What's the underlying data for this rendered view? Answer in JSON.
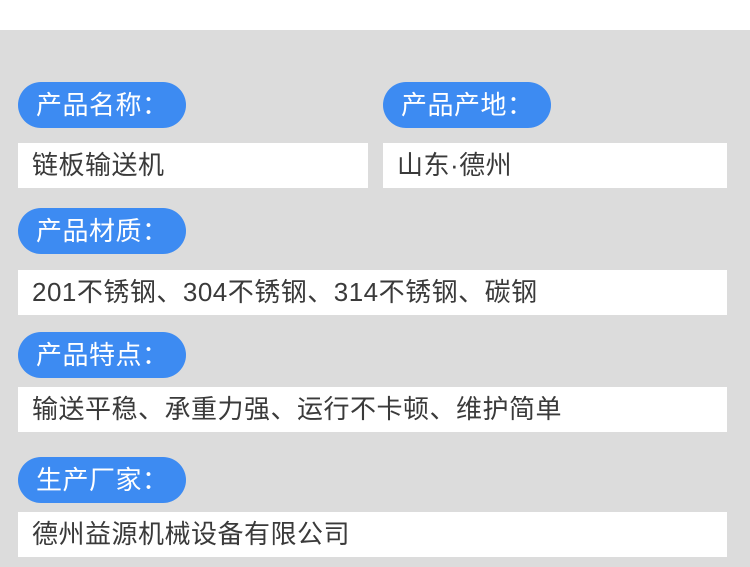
{
  "page": {
    "background_color": "#dcdcdc",
    "card_color": "#ffffff",
    "accent_color": "#3d8bf2",
    "value_text_color": "#3a3a3a"
  },
  "spec_rows": [
    {
      "label": "产品名称：",
      "value": "链板输送机"
    },
    {
      "label": "产品产地：",
      "value": "山东·德州"
    },
    {
      "label": "产品材质：",
      "value": "201不锈钢、304不锈钢、314不锈钢、碳钢"
    },
    {
      "label": "产品特点：",
      "value": "输送平稳、承重力强、运行不卡顿、维护简单"
    },
    {
      "label": "生产厂家：",
      "value": "德州益源机械设备有限公司"
    }
  ]
}
